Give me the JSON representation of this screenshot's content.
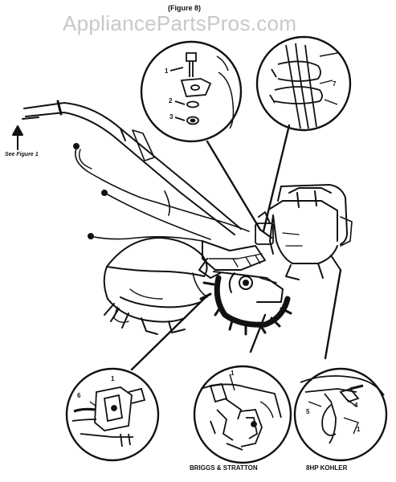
{
  "header": {
    "figure_label": "(Figure 8)",
    "watermark": "AppliancePartsPros.com"
  },
  "annotations": {
    "see_figure": "See Figure 1"
  },
  "captions": {
    "left": "BRIGGS & STRATTON",
    "right": "8HP KOHLER"
  },
  "callouts": {
    "top_left": [
      "1",
      "2",
      "3"
    ],
    "top_right": [
      "7"
    ],
    "bottom_left": [
      "1",
      "6"
    ],
    "bottom_mid": [
      "1"
    ],
    "bottom_right": [
      "4",
      "5",
      "1"
    ]
  }
}
